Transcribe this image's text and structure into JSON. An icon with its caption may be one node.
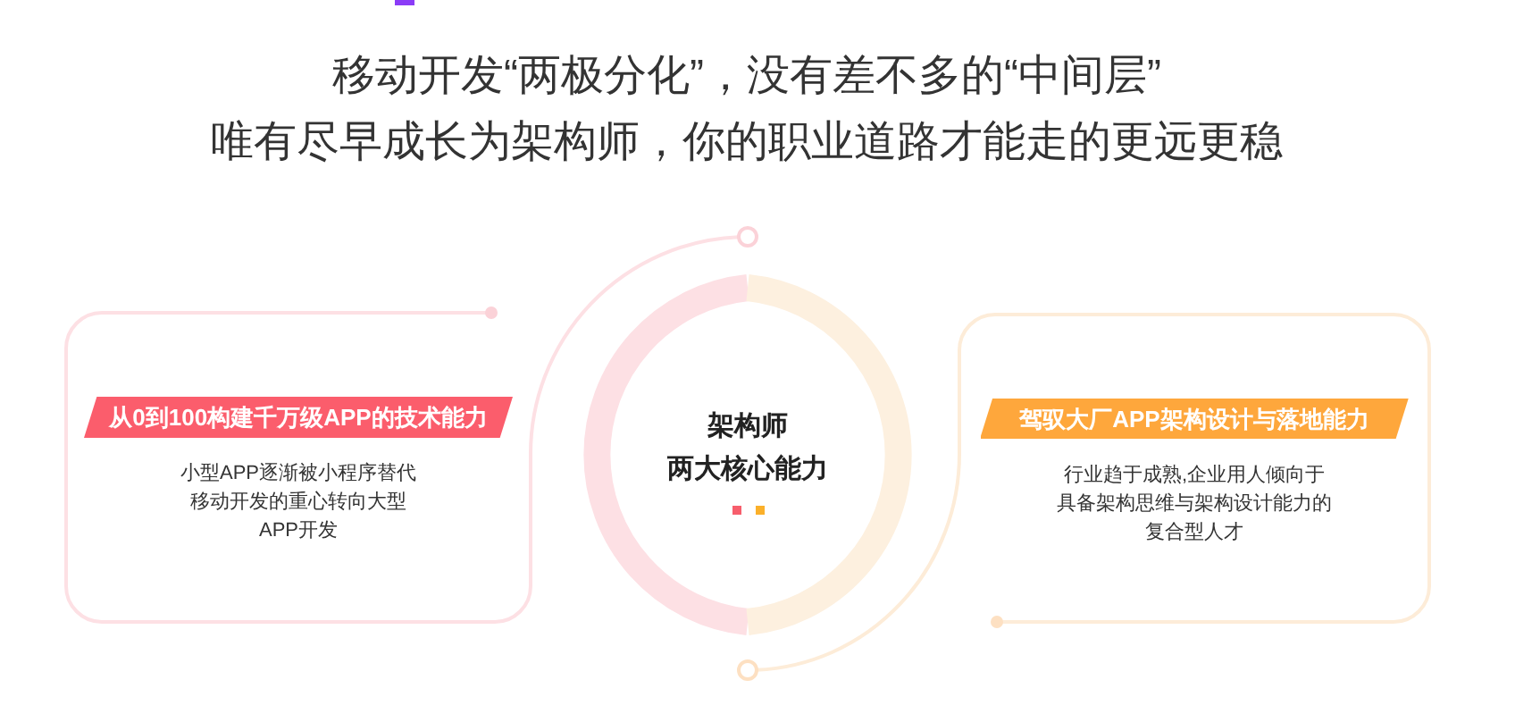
{
  "diagram": {
    "title": "移动开发“两极分化”，没有差不多的“中间层”",
    "nodes": [
      {
        "text": [
          "从0到100构建千万级APP的技术能力",
          "小型APP逐渐被小程序替代移动开发的重心转向大型APP开发"
        ]
      },
      {
        "text": [
          "架构师",
          "两大核心能力"
        ]
      },
      {
        "text": [
          "驾驭大厂APP架构设计与落地能力",
          "行业趋于成熟,企业用人倾向于具备架构思维与架构设计能力的复合型人才"
        ]
      }
    ],
    "labels": [
      "唯有尽早成长为架构师，你的职业道路才能走的更远更稳"
    ]
  }
}
